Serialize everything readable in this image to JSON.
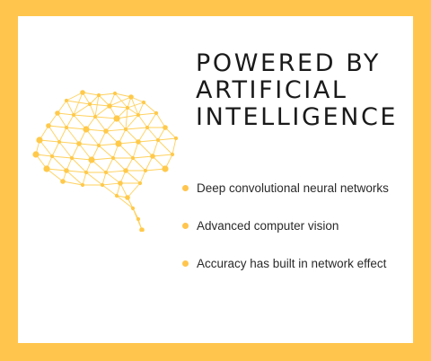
{
  "headline": {
    "line1": "POWERED BY",
    "line2": "ARTIFICIAL",
    "line3": "INTELLIGENCE"
  },
  "bullets": [
    {
      "text": "Deep convolutional neural networks"
    },
    {
      "text": "Advanced computer vision"
    },
    {
      "text": "Accuracy has built in network effect"
    }
  ],
  "colors": {
    "frame": "#FFC54D",
    "card": "#FFFFFF",
    "brain_node": "#FFC94A",
    "brain_edge": "#FFD15E",
    "headline_text": "#1A1A1A",
    "bullet_dot": "#FFC54D"
  },
  "icons": {
    "brain": "brain-network-icon",
    "bullet": "bullet-dot-icon"
  }
}
